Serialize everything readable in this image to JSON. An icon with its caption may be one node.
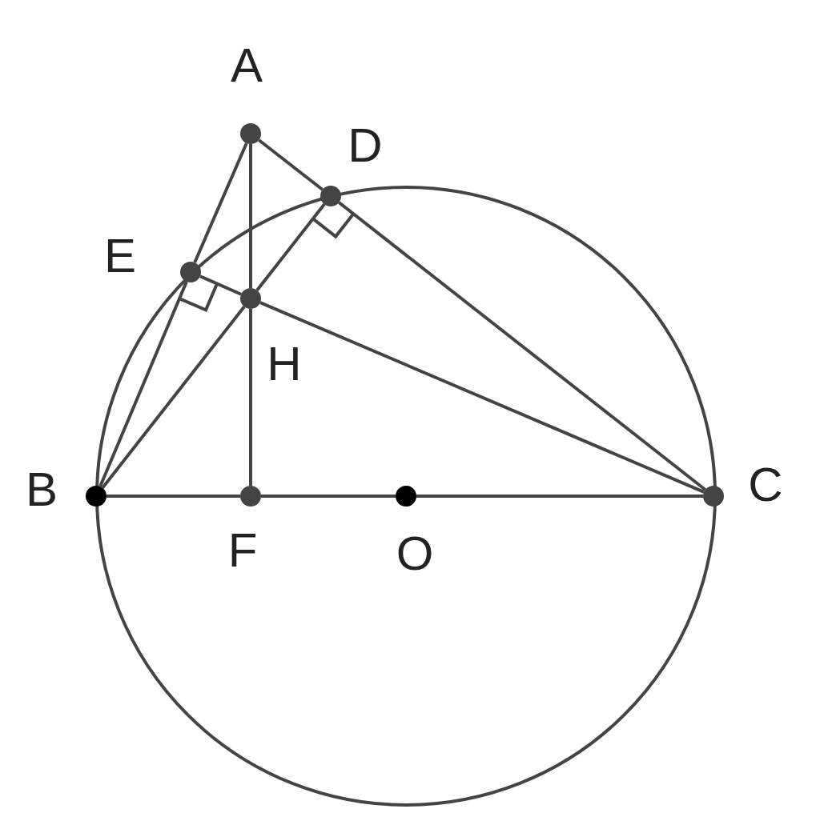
{
  "diagram": {
    "nodes": [
      {
        "text": [
          "A"
        ]
      },
      {
        "text": [
          "D"
        ]
      },
      {
        "text": [
          "E"
        ]
      },
      {
        "text": [
          "H"
        ]
      },
      {
        "text": [
          "B"
        ]
      },
      {
        "text": [
          "C"
        ]
      },
      {
        "text": [
          "F"
        ]
      },
      {
        "text": [
          "O"
        ]
      }
    ],
    "edges": [
      {
        "from": 0,
        "to": 2,
        "arrow": "none"
      },
      {
        "from": 2,
        "to": 4,
        "arrow": "none"
      },
      {
        "from": 0,
        "to": 1,
        "arrow": "none"
      },
      {
        "from": 1,
        "to": 5,
        "arrow": "none"
      },
      {
        "from": 0,
        "to": 3,
        "arrow": "none"
      },
      {
        "from": 3,
        "to": 6,
        "arrow": "none"
      },
      {
        "from": 4,
        "to": 3,
        "arrow": "none"
      },
      {
        "from": 3,
        "to": 1,
        "arrow": "none"
      },
      {
        "from": 2,
        "to": 3,
        "arrow": "none"
      },
      {
        "from": 3,
        "to": 5,
        "arrow": "none"
      },
      {
        "from": 4,
        "to": 6,
        "arrow": "none"
      },
      {
        "from": 6,
        "to": 7,
        "arrow": "none"
      },
      {
        "from": 7,
        "to": 5,
        "arrow": "none"
      }
    ]
  }
}
